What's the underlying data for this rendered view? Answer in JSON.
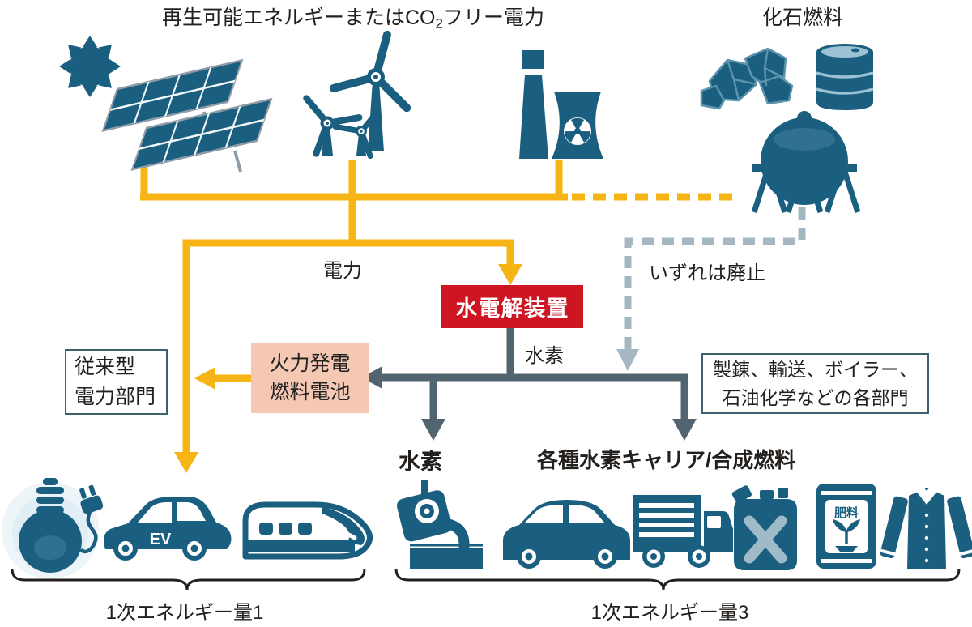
{
  "colors": {
    "teal": "#1B5F80",
    "teal_light": "#9CC2D3",
    "teal_mid": "#437E9B",
    "yellow": "#F7B515",
    "red": "#CE1522",
    "pink": "#F4C8B2",
    "slate": "#51646F",
    "dash": "#A5B8C2",
    "ink": "#231F1C",
    "border": "#41606F",
    "xmark": "#9FBBC9",
    "frame_gray": "#8C9BA6",
    "glow": "#D9E9F2"
  },
  "header": {
    "renewable_title": {
      "prefix": "再生可能エネルギーまたはCO",
      "sub": "2",
      "suffix": "フリー電力"
    },
    "fossil_title": "化石燃料"
  },
  "flow": {
    "electricity_label": "電力",
    "electrolyzer_label": "水電解装置",
    "phaseout_label": "いずれは廃止",
    "hydrogen_label": "水素",
    "thermal_box": {
      "line1": "火力発電",
      "line2": "燃料電池"
    },
    "conventional_box": {
      "line1": "従来型",
      "line2": "電力部門"
    },
    "sectors_box": {
      "line1": "製錬、輸送、ボイラー、",
      "line2": "石油化学などの各部門"
    },
    "hydrogen_out_label": "水素",
    "carriers_out_label": "各種水素キャリア/合成燃料"
  },
  "icons": {
    "top_left_group": [
      "sun-icon",
      "solar-panels-icon",
      "wind-turbines-icon",
      "nuclear-plant-icon"
    ],
    "top_right_group": [
      "coal-icon",
      "oil-drum-icon",
      "gas-tank-icon"
    ],
    "bottom_left_group": [
      "light-bulb-icon",
      "ev-car-icon",
      "bullet-train-icon"
    ],
    "bottom_right_group": [
      "metal-smelting-icon",
      "car-icon",
      "truck-icon",
      "jerry-can-icon",
      "fertilizer-bag-icon",
      "shirt-icon"
    ],
    "ev_badge": "EV",
    "fertilizer_badge": "肥料"
  },
  "footer": {
    "primary_energy_left": "1次エネルギー量1",
    "primary_energy_right": "1次エネルギー量3"
  }
}
